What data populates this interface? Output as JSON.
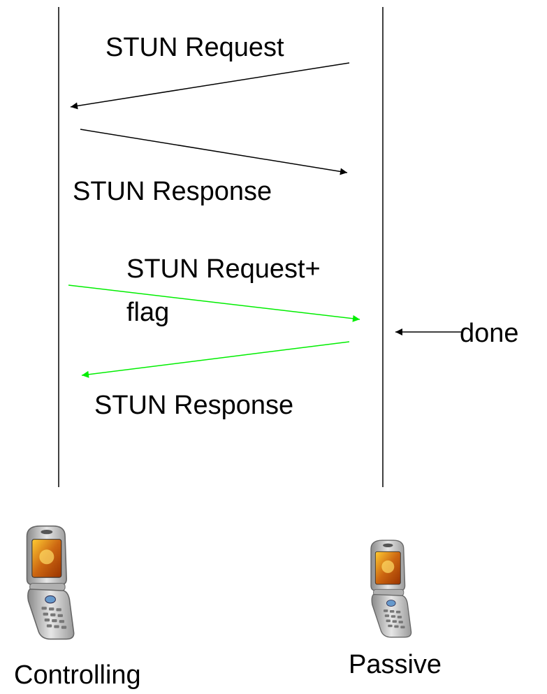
{
  "diagram": {
    "messages": [
      {
        "label": "STUN Request",
        "direction": "passive-to-controlling",
        "color": "#000000"
      },
      {
        "label": "STUN Response",
        "direction": "controlling-to-passive",
        "color": "#000000"
      },
      {
        "label_line1": "STUN Request+",
        "label_line2": "flag",
        "direction": "controlling-to-passive",
        "color": "#00ee00"
      },
      {
        "label": "STUN Response",
        "direction": "passive-to-controlling",
        "color": "#00ee00"
      }
    ],
    "done_label": "done",
    "participants": {
      "controlling": {
        "label": "Controlling",
        "icon": "flip-phone-icon"
      },
      "passive": {
        "label": "Passive",
        "icon": "flip-phone-icon"
      }
    }
  }
}
